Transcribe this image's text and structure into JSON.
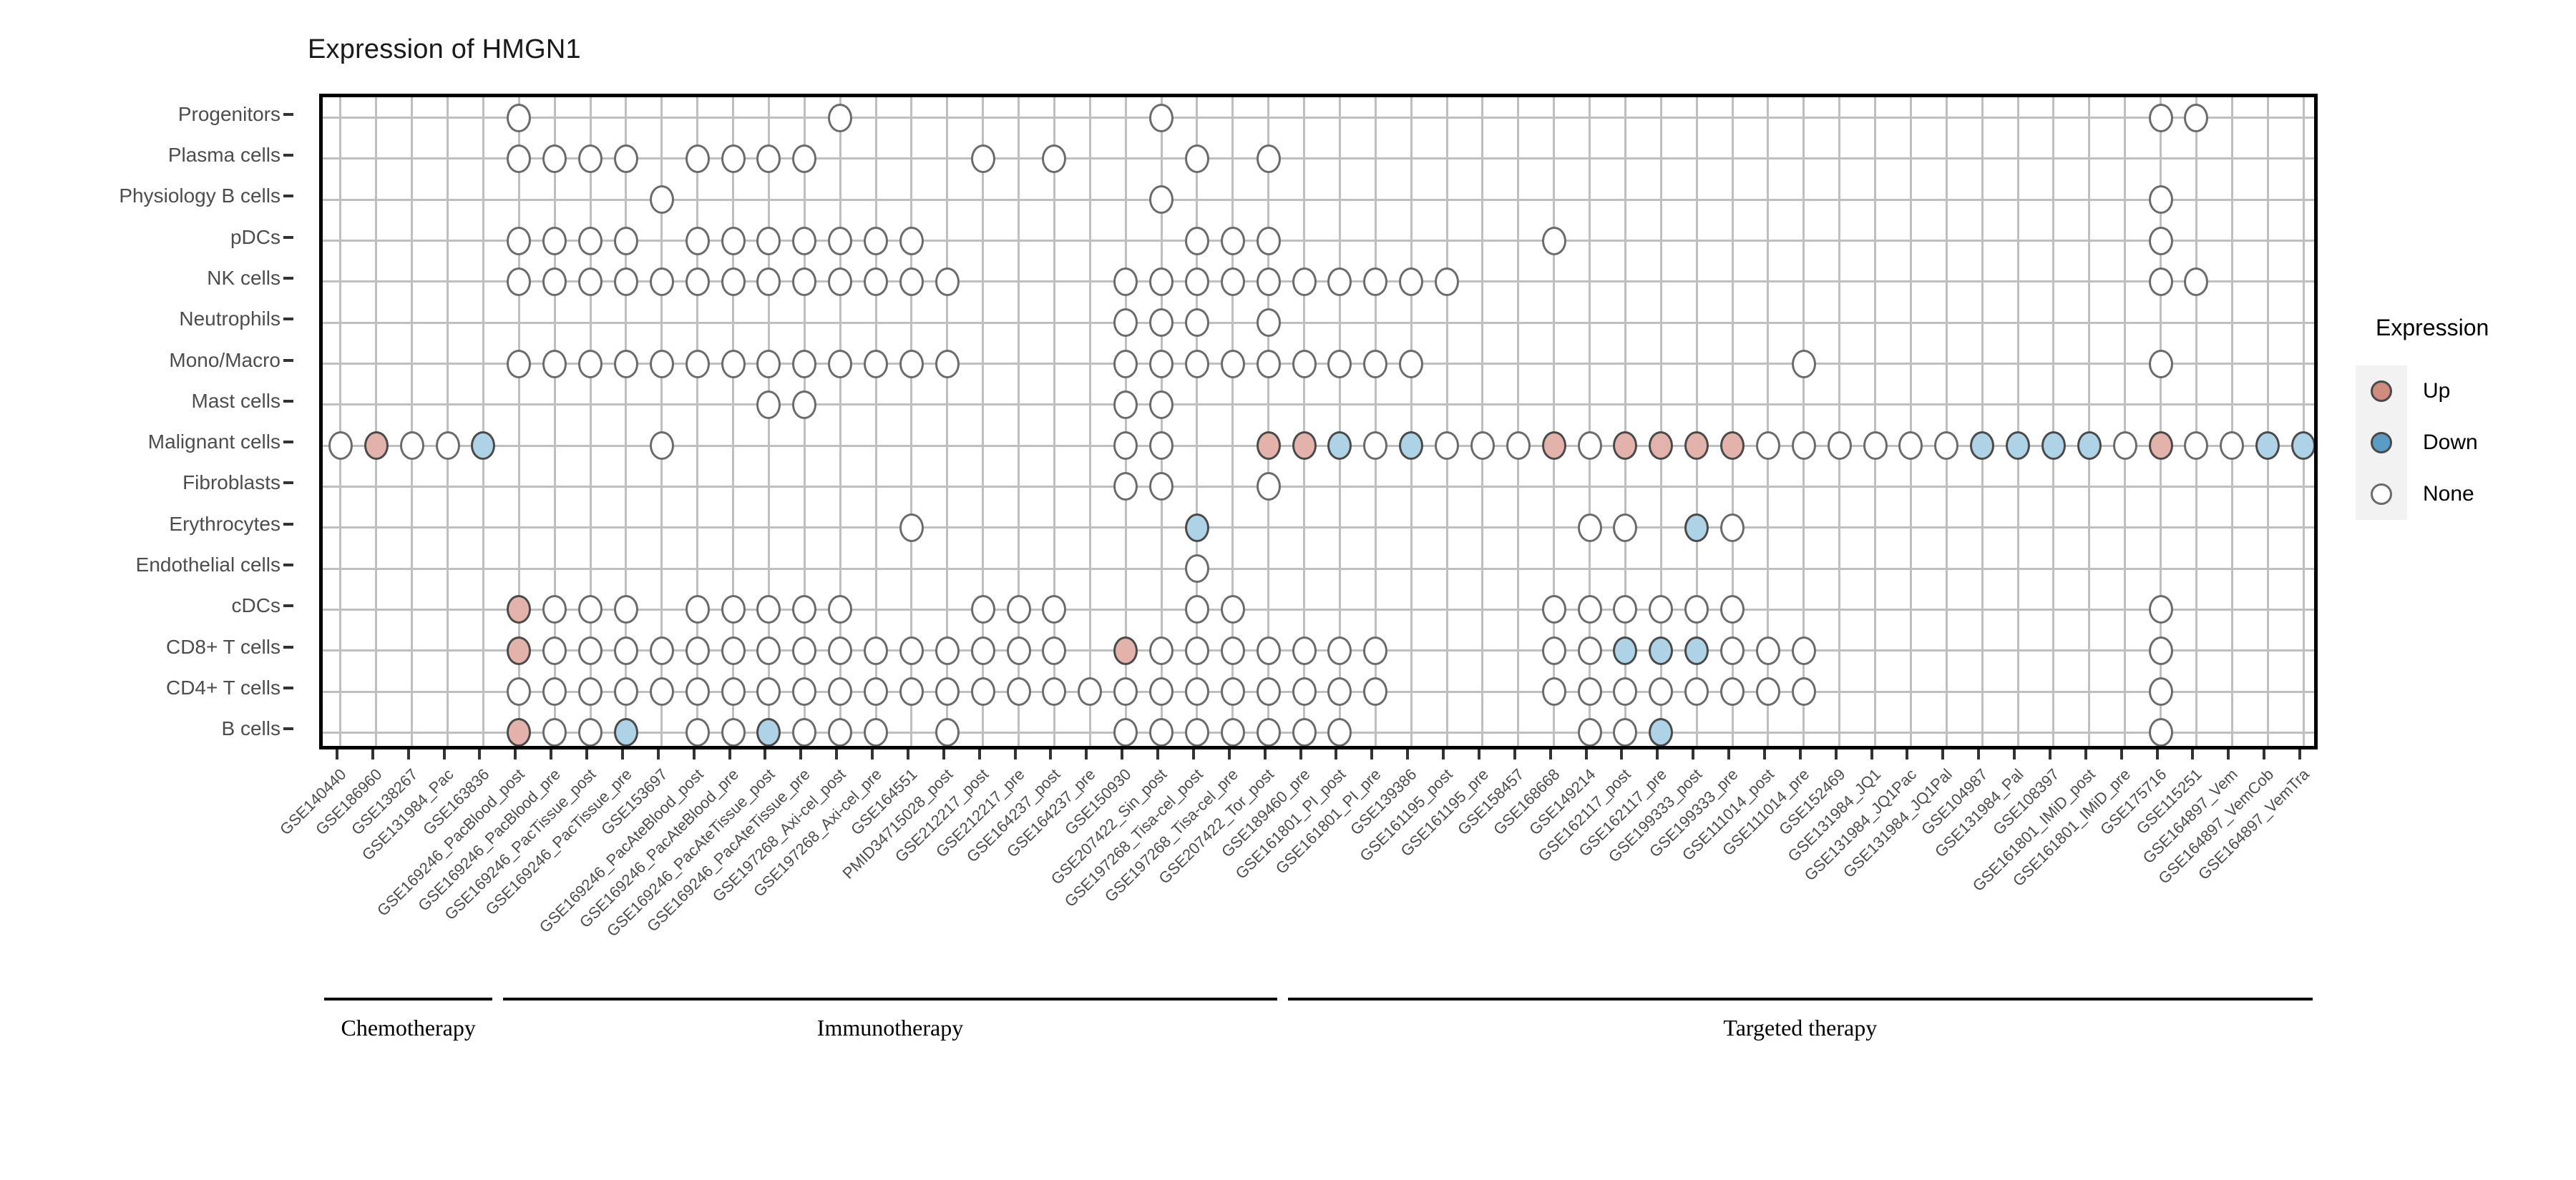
{
  "chart_data": {
    "type": "heatmap",
    "title": "Expression of HMGN1",
    "xlabel": "",
    "ylabel": "",
    "grid": true,
    "legend": {
      "position": "right",
      "title": "Expression",
      "entries": [
        {
          "label": "Up",
          "color": "#d08c7e"
        },
        {
          "label": "Down",
          "color": "#5b9bc4"
        },
        {
          "label": "None",
          "color": "#ffffff"
        }
      ]
    },
    "y_categories": [
      "Progenitors",
      "Plasma cells",
      "Physiology B cells",
      "pDCs",
      "NK cells",
      "Neutrophils",
      "Mono/Macro",
      "Mast cells",
      "Malignant cells",
      "Fibroblasts",
      "Erythrocytes",
      "Endothelial cells",
      "cDCs",
      "CD8+ T cells",
      "CD4+ T cells",
      "B cells"
    ],
    "x_categories": [
      "GSE140440",
      "GSE186960",
      "GSE138267",
      "GSE131984_Pac",
      "GSE163836",
      "GSE169246_PacBlood_post",
      "GSE169246_PacBlood_pre",
      "GSE169246_PacTissue_post",
      "GSE169246_PacTissue_pre",
      "GSE153697",
      "GSE169246_PacAteBlood_post",
      "GSE169246_PacAteBlood_pre",
      "GSE169246_PacAteTissue_post",
      "GSE169246_PacAteTissue_pre",
      "GSE197268_Axi-cel_post",
      "GSE197268_Axi-cel_pre",
      "GSE164551",
      "PMID34715028_post",
      "GSE212217_post",
      "GSE212217_pre",
      "GSE164237_post",
      "GSE164237_pre",
      "GSE150930",
      "GSE207422_Sin_post",
      "GSE197268_Tisa-cel_post",
      "GSE197268_Tisa-cel_pre",
      "GSE207422_Tor_post",
      "GSE189460_pre",
      "GSE161801_PI_post",
      "GSE161801_PI_pre",
      "GSE139386",
      "GSE161195_post",
      "GSE161195_pre",
      "GSE158457",
      "GSE168668",
      "GSE149214",
      "GSE162117_post",
      "GSE162117_pre",
      "GSE199333_post",
      "GSE199333_pre",
      "GSE111014_post",
      "GSE111014_pre",
      "GSE152469",
      "GSE131984_JQ1",
      "GSE131984_JQ1Pac",
      "GSE131984_JQ1Pal",
      "GSE104987",
      "GSE131984_Pal",
      "GSE108397",
      "GSE161801_IMiD_post",
      "GSE161801_IMiD_pre",
      "GSE175716",
      "GSE115251",
      "GSE164897_Vem",
      "GSE164897_VemCob",
      "GSE164897_VemTra"
    ],
    "value_legend": {
      "0": "None",
      "1": "Up",
      "2": "Down",
      "-1": "absent"
    },
    "matrix": [
      [
        -1,
        -1,
        -1,
        -1,
        -1,
        0,
        -1,
        -1,
        -1,
        -1,
        -1,
        -1,
        -1,
        -1,
        0,
        -1,
        -1,
        -1,
        -1,
        -1,
        -1,
        -1,
        -1,
        0,
        -1,
        -1,
        -1,
        -1,
        -1,
        -1,
        -1,
        -1,
        -1,
        -1,
        -1,
        -1,
        -1,
        -1,
        -1,
        -1,
        -1,
        -1,
        -1,
        -1,
        -1,
        -1,
        -1,
        -1,
        -1,
        -1,
        -1,
        0,
        0,
        -1,
        -1,
        -1
      ],
      [
        -1,
        -1,
        -1,
        -1,
        -1,
        0,
        0,
        0,
        0,
        -1,
        0,
        0,
        0,
        0,
        -1,
        -1,
        -1,
        -1,
        0,
        -1,
        0,
        -1,
        -1,
        -1,
        0,
        -1,
        0,
        -1,
        -1,
        -1,
        -1,
        -1,
        -1,
        -1,
        -1,
        -1,
        -1,
        -1,
        -1,
        -1,
        -1,
        -1,
        -1,
        -1,
        -1,
        -1,
        -1,
        -1,
        -1,
        -1,
        -1,
        -1,
        -1,
        -1,
        -1,
        -1
      ],
      [
        -1,
        -1,
        -1,
        -1,
        -1,
        -1,
        -1,
        -1,
        -1,
        0,
        -1,
        -1,
        -1,
        -1,
        -1,
        -1,
        -1,
        -1,
        -1,
        -1,
        -1,
        -1,
        -1,
        0,
        -1,
        -1,
        -1,
        -1,
        -1,
        -1,
        -1,
        -1,
        -1,
        -1,
        -1,
        -1,
        -1,
        -1,
        -1,
        -1,
        -1,
        -1,
        -1,
        -1,
        -1,
        -1,
        -1,
        -1,
        -1,
        -1,
        -1,
        0,
        -1,
        -1,
        -1,
        -1
      ],
      [
        -1,
        -1,
        -1,
        -1,
        -1,
        0,
        0,
        0,
        0,
        -1,
        0,
        0,
        0,
        0,
        0,
        0,
        0,
        -1,
        -1,
        -1,
        -1,
        -1,
        -1,
        -1,
        0,
        0,
        0,
        -1,
        -1,
        -1,
        -1,
        -1,
        -1,
        -1,
        0,
        -1,
        -1,
        -1,
        -1,
        -1,
        -1,
        -1,
        -1,
        -1,
        -1,
        -1,
        -1,
        -1,
        -1,
        -1,
        -1,
        0,
        -1,
        -1,
        -1,
        -1
      ],
      [
        -1,
        -1,
        -1,
        -1,
        -1,
        0,
        0,
        0,
        0,
        0,
        0,
        0,
        0,
        0,
        0,
        0,
        0,
        0,
        -1,
        -1,
        -1,
        -1,
        0,
        0,
        0,
        0,
        0,
        0,
        0,
        0,
        0,
        0,
        -1,
        -1,
        -1,
        -1,
        -1,
        -1,
        -1,
        -1,
        -1,
        -1,
        -1,
        -1,
        -1,
        -1,
        -1,
        -1,
        -1,
        -1,
        -1,
        0,
        0,
        -1,
        -1,
        -1
      ],
      [
        -1,
        -1,
        -1,
        -1,
        -1,
        -1,
        -1,
        -1,
        -1,
        -1,
        -1,
        -1,
        -1,
        -1,
        -1,
        -1,
        -1,
        -1,
        -1,
        -1,
        -1,
        -1,
        0,
        0,
        0,
        -1,
        0,
        -1,
        -1,
        -1,
        -1,
        -1,
        -1,
        -1,
        -1,
        -1,
        -1,
        -1,
        -1,
        -1,
        -1,
        -1,
        -1,
        -1,
        -1,
        -1,
        -1,
        -1,
        -1,
        -1,
        -1,
        -1,
        -1,
        -1,
        -1,
        -1
      ],
      [
        -1,
        -1,
        -1,
        -1,
        -1,
        0,
        0,
        0,
        0,
        0,
        0,
        0,
        0,
        0,
        0,
        0,
        0,
        0,
        -1,
        -1,
        -1,
        -1,
        0,
        0,
        0,
        0,
        0,
        0,
        0,
        0,
        0,
        -1,
        -1,
        -1,
        -1,
        -1,
        -1,
        -1,
        -1,
        -1,
        -1,
        0,
        -1,
        -1,
        -1,
        -1,
        -1,
        -1,
        -1,
        -1,
        -1,
        0,
        -1,
        -1,
        -1,
        -1
      ],
      [
        -1,
        -1,
        -1,
        -1,
        -1,
        -1,
        -1,
        -1,
        -1,
        -1,
        -1,
        -1,
        0,
        0,
        -1,
        -1,
        -1,
        -1,
        -1,
        -1,
        -1,
        -1,
        0,
        0,
        -1,
        -1,
        -1,
        -1,
        -1,
        -1,
        -1,
        -1,
        -1,
        -1,
        -1,
        -1,
        -1,
        -1,
        -1,
        -1,
        -1,
        -1,
        -1,
        -1,
        -1,
        -1,
        -1,
        -1,
        -1,
        -1,
        -1,
        -1,
        -1,
        -1,
        -1,
        -1
      ],
      [
        0,
        1,
        0,
        0,
        2,
        -1,
        -1,
        -1,
        -1,
        0,
        -1,
        -1,
        -1,
        -1,
        -1,
        -1,
        -1,
        -1,
        -1,
        -1,
        -1,
        -1,
        0,
        0,
        -1,
        -1,
        1,
        1,
        2,
        0,
        2,
        0,
        0,
        0,
        1,
        0,
        1,
        1,
        1,
        1,
        0,
        0,
        0,
        0,
        0,
        0,
        2,
        2,
        2,
        2,
        0,
        1,
        0,
        0,
        2,
        2
      ],
      [
        -1,
        -1,
        -1,
        -1,
        -1,
        -1,
        -1,
        -1,
        -1,
        -1,
        -1,
        -1,
        -1,
        -1,
        -1,
        -1,
        -1,
        -1,
        -1,
        -1,
        -1,
        -1,
        0,
        0,
        -1,
        -1,
        0,
        -1,
        -1,
        -1,
        -1,
        -1,
        -1,
        -1,
        -1,
        -1,
        -1,
        -1,
        -1,
        -1,
        -1,
        -1,
        -1,
        -1,
        -1,
        -1,
        -1,
        -1,
        -1,
        -1,
        -1,
        -1,
        -1,
        -1,
        -1,
        -1
      ],
      [
        -1,
        -1,
        -1,
        -1,
        -1,
        -1,
        -1,
        -1,
        -1,
        -1,
        -1,
        -1,
        -1,
        -1,
        -1,
        -1,
        0,
        -1,
        -1,
        -1,
        -1,
        -1,
        -1,
        -1,
        2,
        -1,
        -1,
        -1,
        -1,
        -1,
        -1,
        -1,
        -1,
        -1,
        -1,
        0,
        0,
        -1,
        2,
        0,
        -1,
        -1,
        -1,
        -1,
        -1,
        -1,
        -1,
        -1,
        -1,
        -1,
        -1,
        -1,
        -1,
        -1,
        -1,
        -1
      ],
      [
        -1,
        -1,
        -1,
        -1,
        -1,
        -1,
        -1,
        -1,
        -1,
        -1,
        -1,
        -1,
        -1,
        -1,
        -1,
        -1,
        -1,
        -1,
        -1,
        -1,
        -1,
        -1,
        -1,
        -1,
        0,
        -1,
        -1,
        -1,
        -1,
        -1,
        -1,
        -1,
        -1,
        -1,
        -1,
        -1,
        -1,
        -1,
        -1,
        -1,
        -1,
        -1,
        -1,
        -1,
        -1,
        -1,
        -1,
        -1,
        -1,
        -1,
        -1,
        -1,
        -1,
        -1,
        -1,
        -1
      ],
      [
        -1,
        -1,
        -1,
        -1,
        -1,
        1,
        0,
        0,
        0,
        -1,
        0,
        0,
        0,
        0,
        0,
        -1,
        -1,
        -1,
        0,
        0,
        0,
        -1,
        -1,
        -1,
        0,
        0,
        -1,
        -1,
        -1,
        -1,
        -1,
        -1,
        -1,
        -1,
        0,
        0,
        0,
        0,
        0,
        0,
        -1,
        -1,
        -1,
        -1,
        -1,
        -1,
        -1,
        -1,
        -1,
        -1,
        -1,
        0,
        -1,
        -1,
        -1,
        -1
      ],
      [
        -1,
        -1,
        -1,
        -1,
        -1,
        1,
        0,
        0,
        0,
        0,
        0,
        0,
        0,
        0,
        0,
        0,
        0,
        0,
        0,
        0,
        0,
        -1,
        1,
        0,
        0,
        0,
        0,
        0,
        0,
        0,
        -1,
        -1,
        -1,
        -1,
        0,
        0,
        2,
        2,
        2,
        0,
        0,
        0,
        -1,
        -1,
        -1,
        -1,
        -1,
        -1,
        -1,
        -1,
        -1,
        0,
        -1,
        -1,
        -1,
        -1
      ],
      [
        -1,
        -1,
        -1,
        -1,
        -1,
        0,
        0,
        0,
        0,
        0,
        0,
        0,
        0,
        0,
        0,
        0,
        0,
        0,
        0,
        0,
        0,
        0,
        0,
        0,
        0,
        0,
        0,
        0,
        0,
        0,
        -1,
        -1,
        -1,
        -1,
        0,
        0,
        0,
        0,
        0,
        0,
        0,
        0,
        -1,
        -1,
        -1,
        -1,
        -1,
        -1,
        -1,
        -1,
        -1,
        0,
        -1,
        -1,
        -1,
        -1
      ],
      [
        -1,
        -1,
        -1,
        -1,
        -1,
        1,
        0,
        0,
        2,
        -1,
        0,
        0,
        2,
        0,
        0,
        0,
        -1,
        0,
        -1,
        -1,
        -1,
        -1,
        0,
        0,
        0,
        0,
        0,
        0,
        0,
        -1,
        -1,
        -1,
        -1,
        -1,
        -1,
        0,
        0,
        2,
        -1,
        -1,
        -1,
        -1,
        -1,
        -1,
        -1,
        -1,
        -1,
        -1,
        -1,
        -1,
        -1,
        0,
        -1,
        -1,
        -1,
        -1
      ]
    ],
    "groups": [
      {
        "label": "Chemotherapy",
        "start_index": 0,
        "end_index": 4
      },
      {
        "label": "Immunotherapy",
        "start_index": 5,
        "end_index": 26
      },
      {
        "label": "Targeted therapy",
        "start_index": 27,
        "end_index": 55
      }
    ]
  }
}
